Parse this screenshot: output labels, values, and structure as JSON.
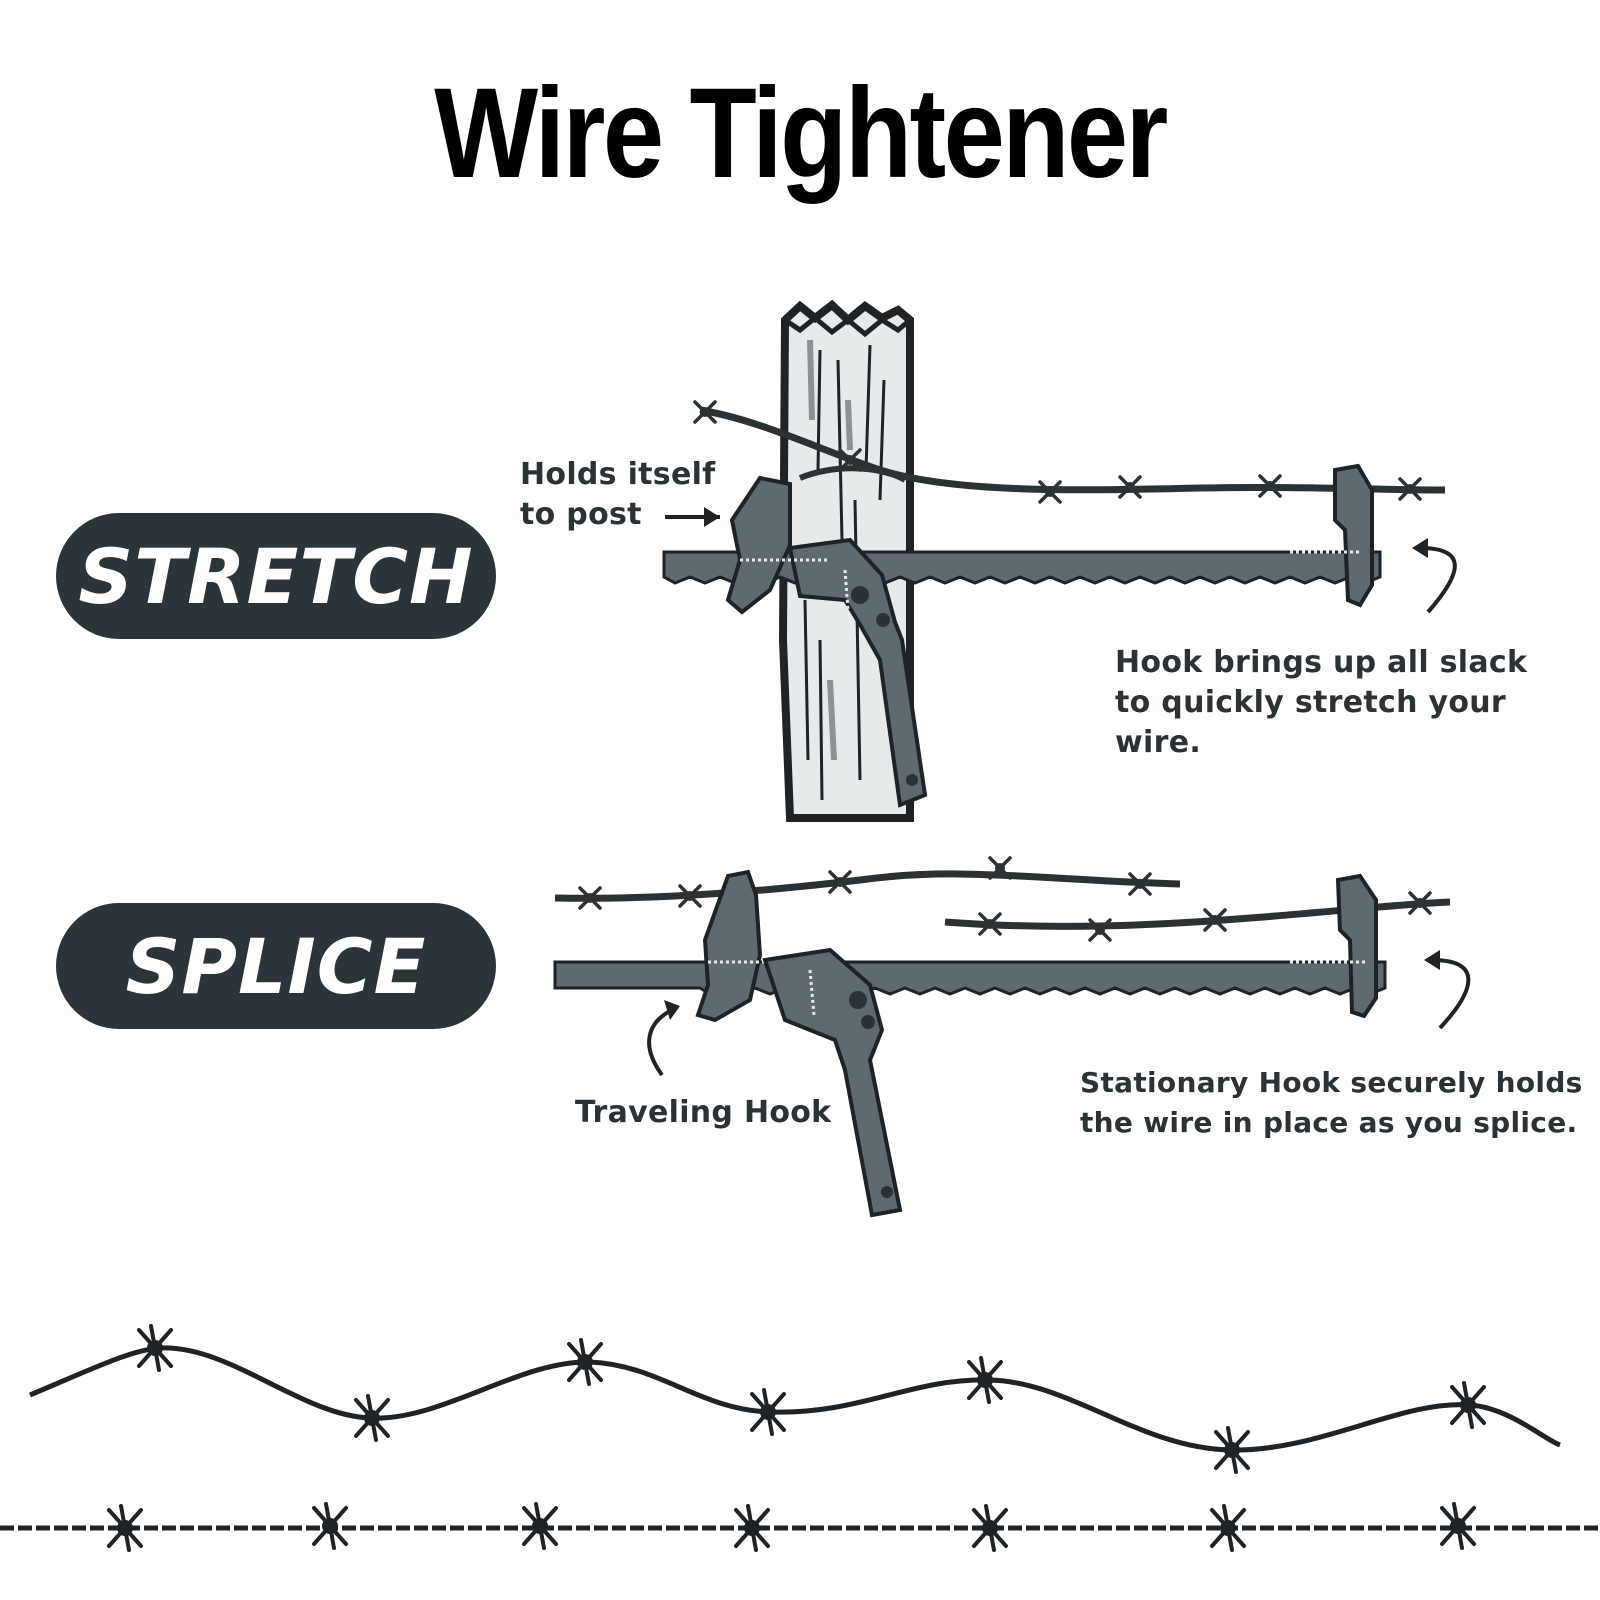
{
  "title": "Wire Tightener",
  "sections": {
    "stretch": {
      "badge": "STRETCH",
      "callout_post_line1": "Holds itself",
      "callout_post_line2": "to post",
      "callout_hook_line1": "Hook brings up all slack",
      "callout_hook_line2": "to quickly stretch your wire."
    },
    "splice": {
      "badge": "SPLICE",
      "callout_traveling": "Traveling Hook",
      "callout_stationary_line1": "Stationary Hook securely holds",
      "callout_stationary_line2": "the wire in place as you splice."
    }
  },
  "colors": {
    "badge_bg": "#2b3438",
    "tool": "#5f6a70",
    "ink": "#1d2326",
    "post": "#e7eaea"
  }
}
